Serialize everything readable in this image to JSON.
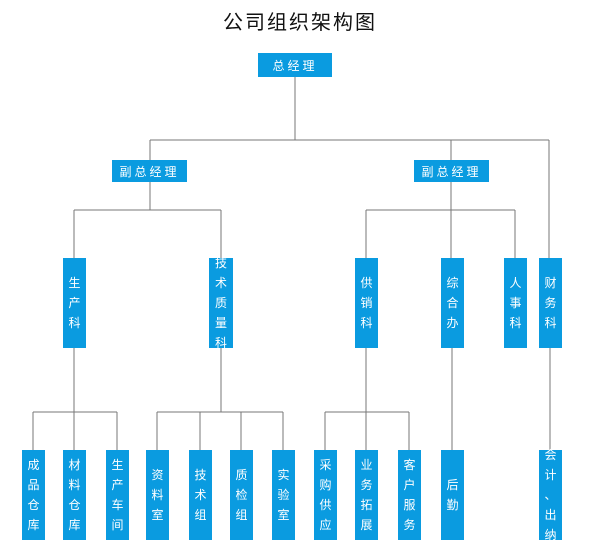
{
  "title": "公司组织架构图",
  "colors": {
    "box": "#0a9be0",
    "line": "#777777",
    "text": "#ffffff"
  },
  "nodes": {
    "gm": "总经理",
    "vp_left": "副总经理",
    "vp_right": "副总经理",
    "production": "生产科",
    "tech_quality": "技术质量科",
    "supply": "供销科",
    "general_office": "综合办",
    "hr": "人事科",
    "finance": "财务科",
    "finished_goods": "成品仓库",
    "material_store": "材料仓库",
    "workshop": "生产车间",
    "archive_room": "资料室",
    "tech_group": "技术组",
    "qc_group": "质检组",
    "lab": "实验室",
    "procurement": "采购供应",
    "biz_dev": "业务拓展",
    "customer_service": "客户服务",
    "logistics": "后勤",
    "accounting": "会计、出纳"
  }
}
